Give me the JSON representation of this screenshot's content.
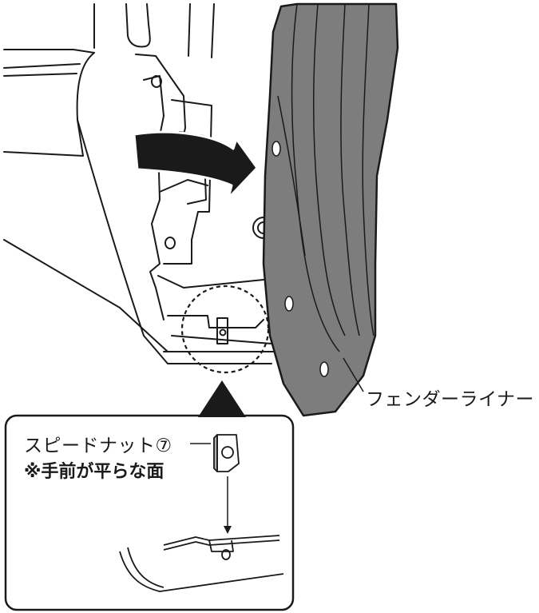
{
  "labels": {
    "fender_liner": "フェンダーライナー",
    "speed_nut": "スピードナット⑦",
    "note": "※手前が平らな面"
  },
  "colors": {
    "fender_fill": "#7d7d7d",
    "fender_rib": "#6a6a6a",
    "line": "#1a1a1a",
    "arrow_fill": "#1a1a1a",
    "inset_border": "#1a1a1a",
    "background": "#ffffff"
  }
}
